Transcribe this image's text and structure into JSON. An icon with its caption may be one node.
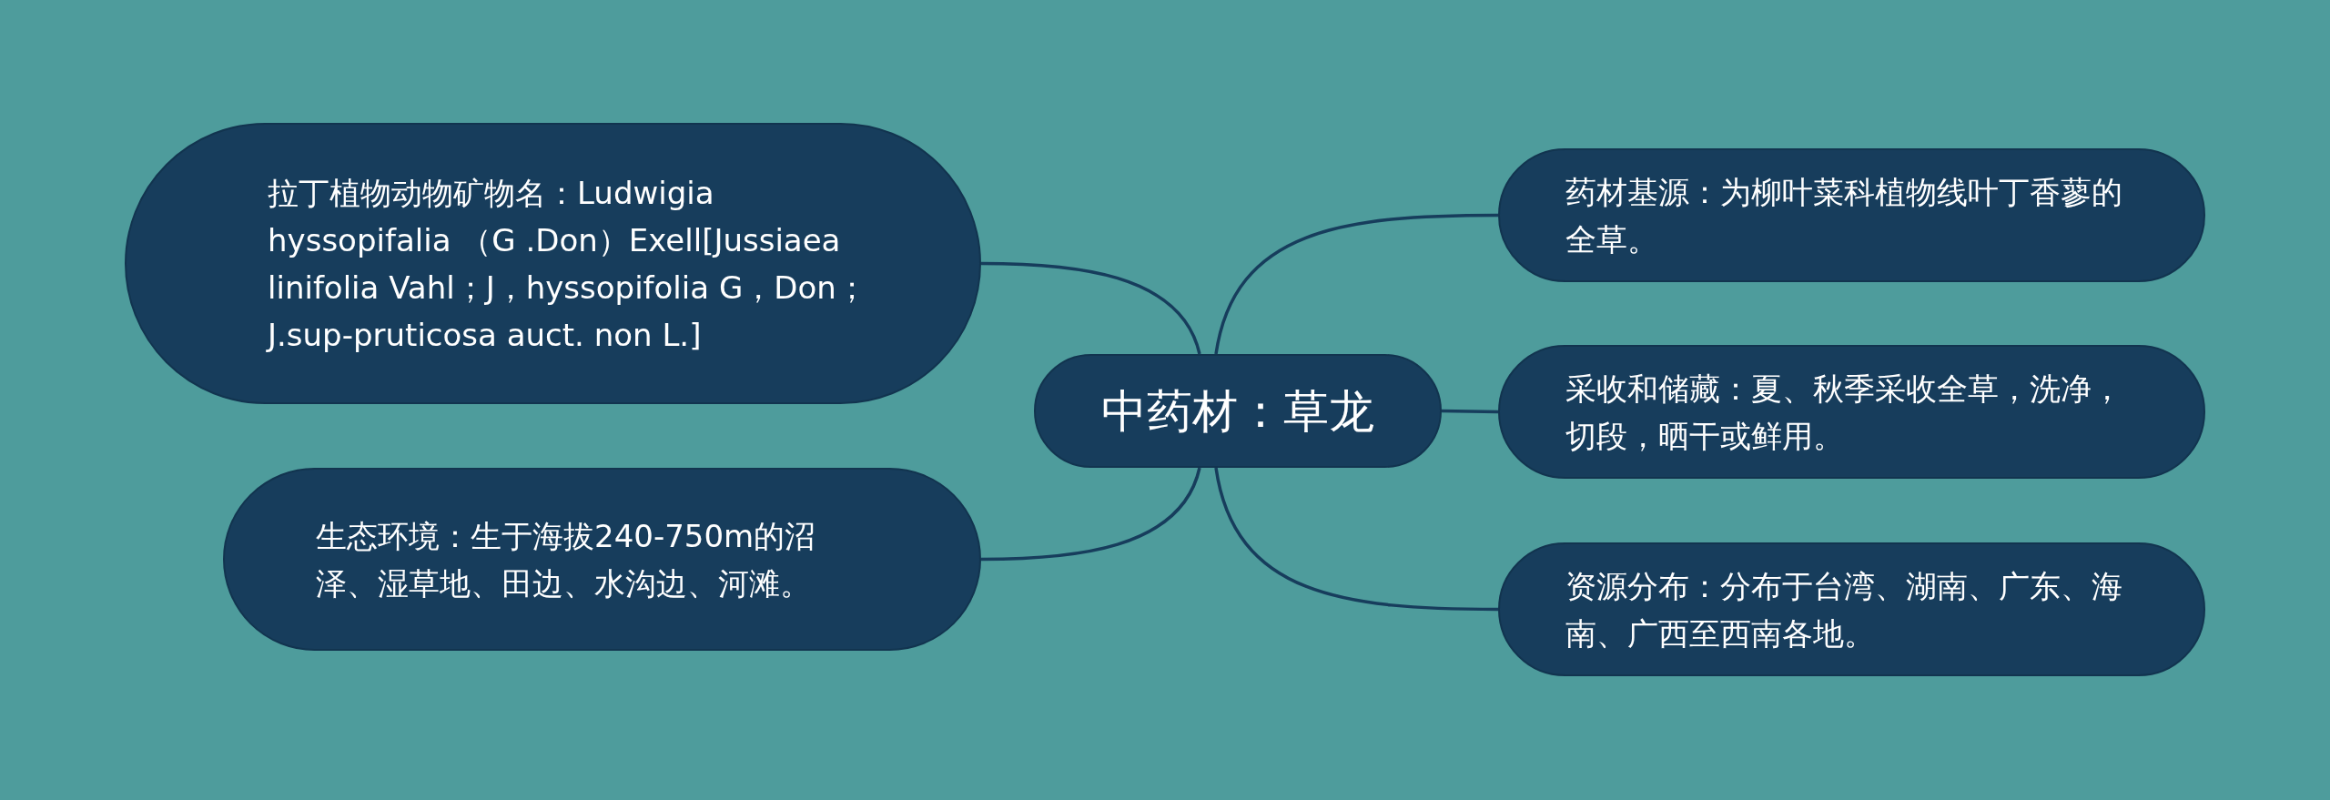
{
  "diagram": {
    "nodes": [
      {
        "text": [
          "中药材：草龙"
        ]
      },
      {
        "text": [
          "拉丁植物动物矿物名：Ludwigia hyssopifalia （G .Don）Exell[Jussiaea linifolia Vahl；J，hyssopifolia G，Don；J.sup-pruticosa auct. non L.]"
        ]
      },
      {
        "text": [
          "生态环境：生于海拔240-750m的沼泽、湿草地、田边、水沟边、河滩。"
        ]
      },
      {
        "text": [
          "药材基源：为柳叶菜科植物线叶丁香蓼的全草。"
        ]
      },
      {
        "text": [
          "采收和储藏：夏、秋季采收全草，洗净，切段，晒干或鲜用。"
        ]
      },
      {
        "text": [
          "资源分布：分布于台湾、湖南、广东、海南、广西至西南各地。"
        ]
      }
    ],
    "edges": [
      {
        "from": 0,
        "to": 1,
        "arrow": "none"
      },
      {
        "from": 0,
        "to": 2,
        "arrow": "none"
      },
      {
        "from": 0,
        "to": 3,
        "arrow": "none"
      },
      {
        "from": 0,
        "to": 4,
        "arrow": "none"
      },
      {
        "from": 0,
        "to": 5,
        "arrow": "none"
      }
    ]
  }
}
